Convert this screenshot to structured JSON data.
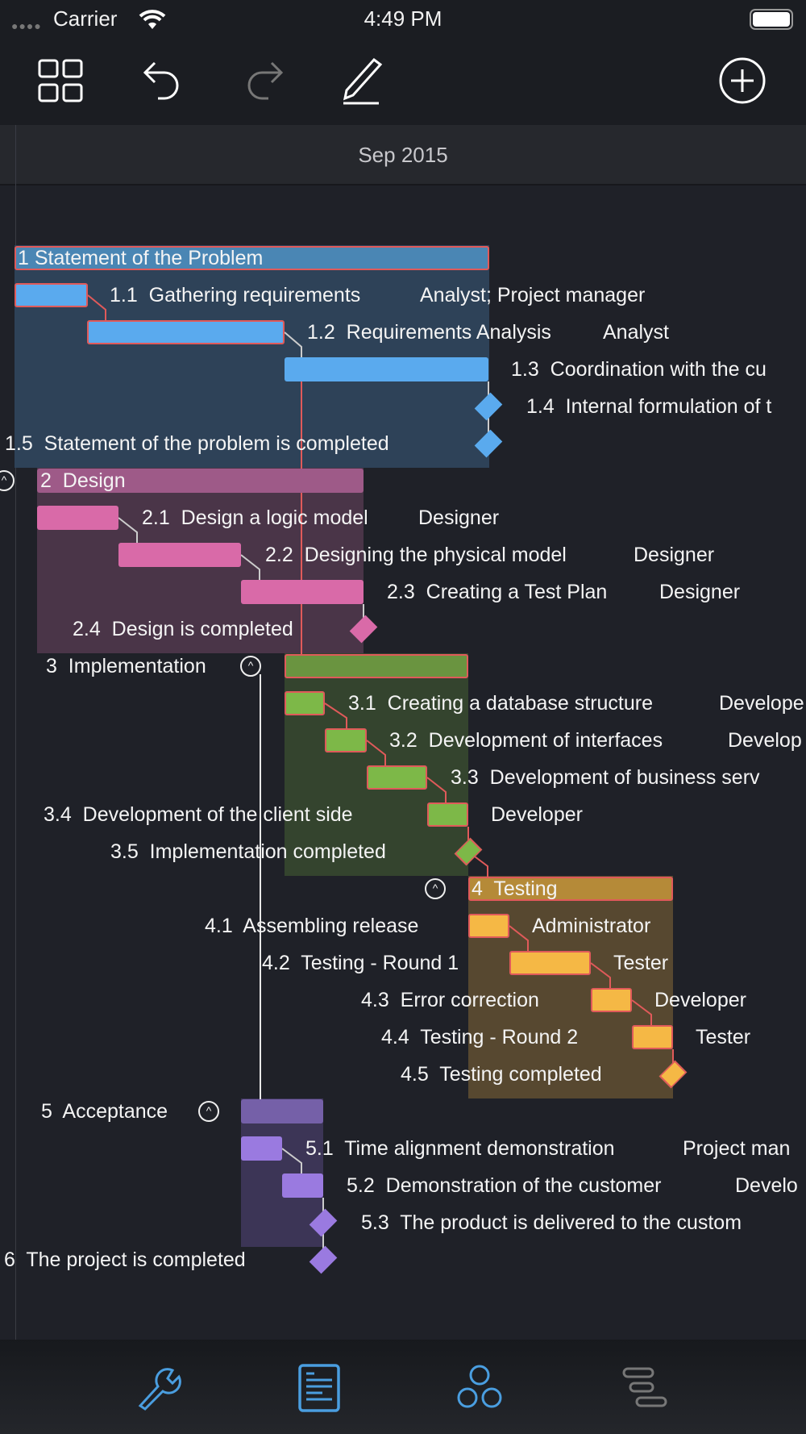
{
  "status": {
    "carrier": "Carrier",
    "time": "4:49 PM"
  },
  "toolbar": {
    "icons": [
      "grid-icon",
      "undo-icon",
      "redo-icon",
      "pencil-icon",
      "add-circle-icon"
    ]
  },
  "timeline": {
    "month": "Sep 2015"
  },
  "colors": {
    "background": "#1f2128",
    "accent": "#4a9ee0",
    "critical": "#e05a5a"
  },
  "tasks": [
    {
      "label": "1 Statement of the Problem",
      "resource": ""
    },
    {
      "label": "1.1  Gathering requirements",
      "resource": "Analyst; Project manager"
    },
    {
      "label": "1.2  Requirements Analysis",
      "resource": "Analyst"
    },
    {
      "label": "1.3  Coordination with the cu",
      "resource": ""
    },
    {
      "label": "1.4  Internal formulation of t",
      "resource": ""
    },
    {
      "label": "1.5  Statement of the problem is completed",
      "resource": ""
    },
    {
      "label": "2  Design",
      "resource": ""
    },
    {
      "label": "2.1  Design a logic model",
      "resource": "Designer"
    },
    {
      "label": "2.2  Designing the physical model",
      "resource": "Designer"
    },
    {
      "label": "2.3  Creating a Test Plan",
      "resource": "Designer"
    },
    {
      "label": "2.4  Design is completed",
      "resource": ""
    },
    {
      "label": "3  Implementation",
      "resource": ""
    },
    {
      "label": "3.1  Creating a database structure",
      "resource": "Develope"
    },
    {
      "label": "3.2  Development of interfaces",
      "resource": "Develop"
    },
    {
      "label": "3.3  Development of business serv",
      "resource": ""
    },
    {
      "label": "3.4  Development of the client side",
      "resource": "Developer"
    },
    {
      "label": "3.5  Implementation completed",
      "resource": ""
    },
    {
      "label": "4  Testing",
      "resource": ""
    },
    {
      "label": "4.1  Assembling release",
      "resource": "Administrator"
    },
    {
      "label": "4.2  Testing - Round 1",
      "resource": "Tester"
    },
    {
      "label": "4.3  Error correction",
      "resource": "Developer"
    },
    {
      "label": "4.4  Testing - Round 2",
      "resource": "Tester"
    },
    {
      "label": "4.5  Testing completed",
      "resource": ""
    },
    {
      "label": "5  Acceptance",
      "resource": ""
    },
    {
      "label": "5.1  Time alignment demonstration",
      "resource": "Project man"
    },
    {
      "label": "5.2  Demonstration of the customer",
      "resource": "Develo"
    },
    {
      "label": "5.3  The product is delivered to the custom",
      "resource": ""
    },
    {
      "label": "6  The project is completed",
      "resource": ""
    }
  ],
  "tabbar": {
    "icons": [
      "wrench-icon",
      "document-icon",
      "resources-icon",
      "gantt-icon"
    ]
  }
}
